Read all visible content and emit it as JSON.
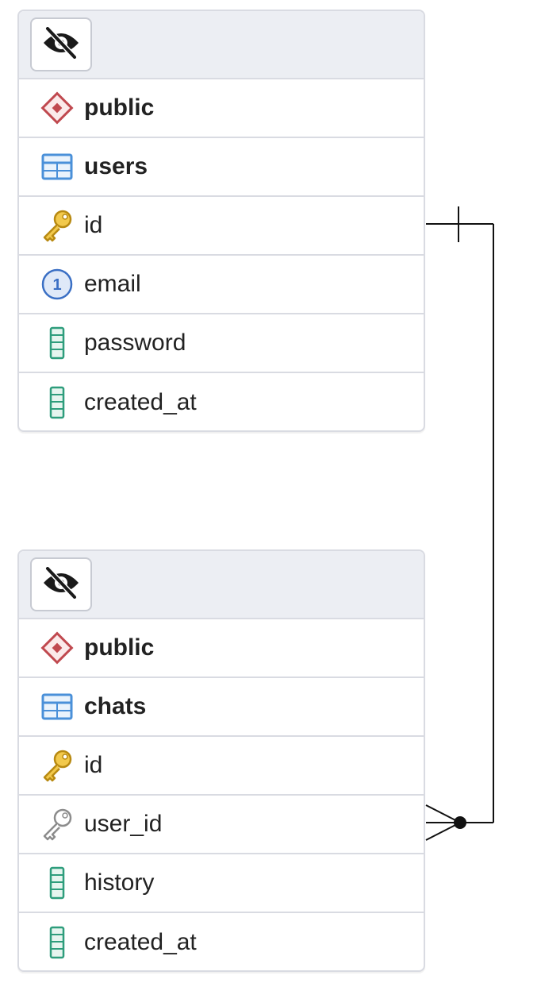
{
  "tables": [
    {
      "schema": "public",
      "name": "users",
      "columns": [
        {
          "name": "id",
          "kind": "primary-key"
        },
        {
          "name": "email",
          "kind": "unique"
        },
        {
          "name": "password",
          "kind": "column"
        },
        {
          "name": "created_at",
          "kind": "column"
        }
      ]
    },
    {
      "schema": "public",
      "name": "chats",
      "columns": [
        {
          "name": "id",
          "kind": "primary-key"
        },
        {
          "name": "user_id",
          "kind": "foreign-key"
        },
        {
          "name": "history",
          "kind": "column"
        },
        {
          "name": "created_at",
          "kind": "column"
        }
      ]
    }
  ],
  "relation": {
    "from": "chats.user_id",
    "to": "users.id",
    "from_cardinality": "many",
    "to_cardinality": "one"
  },
  "colors": {
    "schema_icon": "#c0494f",
    "table_icon": "#4a90d9",
    "pk_key": "#f2c94c",
    "fk_key": "#8c8c8c",
    "unique_icon": "#3a6fc4",
    "column_icon": "#2e9d7c",
    "border": "#d9dbe2",
    "header_bg": "#eceef3"
  }
}
